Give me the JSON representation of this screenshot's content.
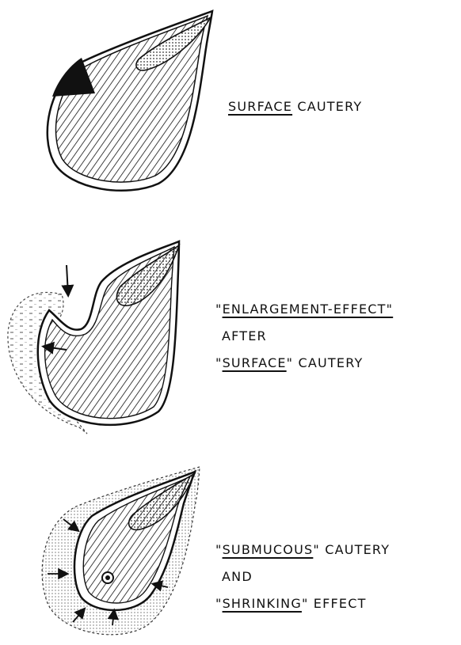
{
  "panels": [
    {
      "lines": [
        [
          {
            "text": "SURFACE",
            "underline": true
          },
          {
            "text": " CAUTERY",
            "underline": false
          }
        ]
      ]
    },
    {
      "lines": [
        [
          {
            "text": "\"",
            "underline": false
          },
          {
            "text": "ENLARGEMENT-EFFECT\"",
            "underline": true
          }
        ],
        [
          {
            "text": "AFTER",
            "underline": false
          }
        ],
        [
          {
            "text": "\"",
            "underline": false
          },
          {
            "text": "SURFACE",
            "underline": true
          },
          {
            "text": "\" CAUTERY",
            "underline": false
          }
        ]
      ]
    },
    {
      "lines": [
        [
          {
            "text": "\"",
            "underline": false
          },
          {
            "text": "SUBMUCOUS",
            "underline": true
          },
          {
            "text": "\" CAUTERY",
            "underline": false
          }
        ],
        [
          {
            "text": "AND",
            "underline": false
          }
        ],
        [
          {
            "text": "\"",
            "underline": false
          },
          {
            "text": "SHRINKING",
            "underline": true
          },
          {
            "text": "\" EFFECT",
            "underline": false
          }
        ]
      ]
    }
  ]
}
